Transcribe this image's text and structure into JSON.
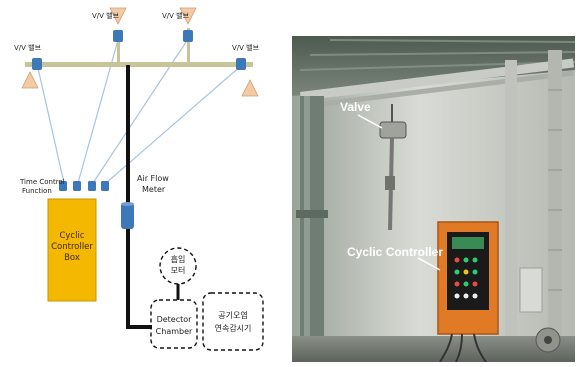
{
  "diagram": {
    "valve_label": "V/V 밸브",
    "time_control_label": [
      "Time Control",
      "Function"
    ],
    "controller_box_label": [
      "Cyclic",
      "Controller",
      "Box"
    ],
    "air_flow_meter_label": [
      "Air Flow",
      "Meter"
    ],
    "pump_label": [
      "흡입",
      "모터"
    ],
    "detector_label": [
      "Detector",
      "Chamber"
    ],
    "monitor_label": [
      "공기오염",
      "연속감시기"
    ]
  },
  "photo": {
    "valve_label": "Valve",
    "controller_label": "Cyclic Controller"
  },
  "colors": {
    "pipe": "#c8c49a",
    "valve_blue": "#3d78b8",
    "box_fill": "#f5b800",
    "cone_fill": "#f3caa5",
    "thin_line": "#a9c4e0",
    "panel_orange": "#e07a25"
  }
}
